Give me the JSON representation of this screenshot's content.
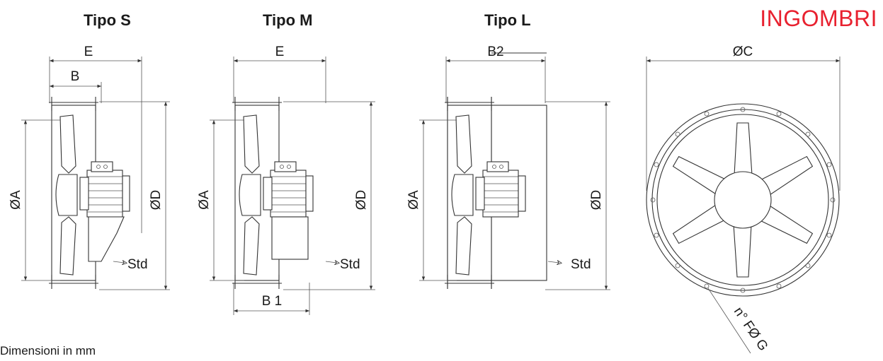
{
  "heading": "INGOMBRI",
  "types": {
    "s": "Tipo S",
    "m": "Tipo M",
    "l": "Tipo L"
  },
  "dimensions": {
    "E": "E",
    "B": "B",
    "B1": "B 1",
    "B2": "B2",
    "A": "ØA",
    "D": "ØD",
    "C": "ØC",
    "G": "n° FØ G"
  },
  "std_label": "Std",
  "footnote": "Dimensioni in mm",
  "colors": {
    "heading": "#e8212f",
    "lines": "#333333"
  }
}
